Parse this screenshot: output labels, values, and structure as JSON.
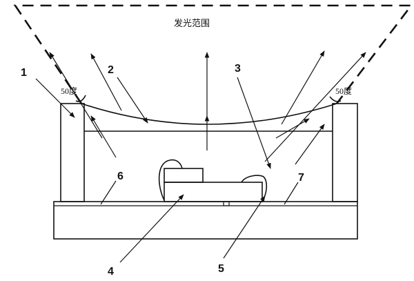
{
  "diagram": {
    "caption": "发光范围",
    "angle_left": "50度",
    "angle_right": "50度",
    "labels": {
      "n1": "1",
      "n2": "2",
      "n3": "3",
      "n4": "4",
      "n5": "5",
      "n6": "6",
      "n7": "7"
    }
  }
}
